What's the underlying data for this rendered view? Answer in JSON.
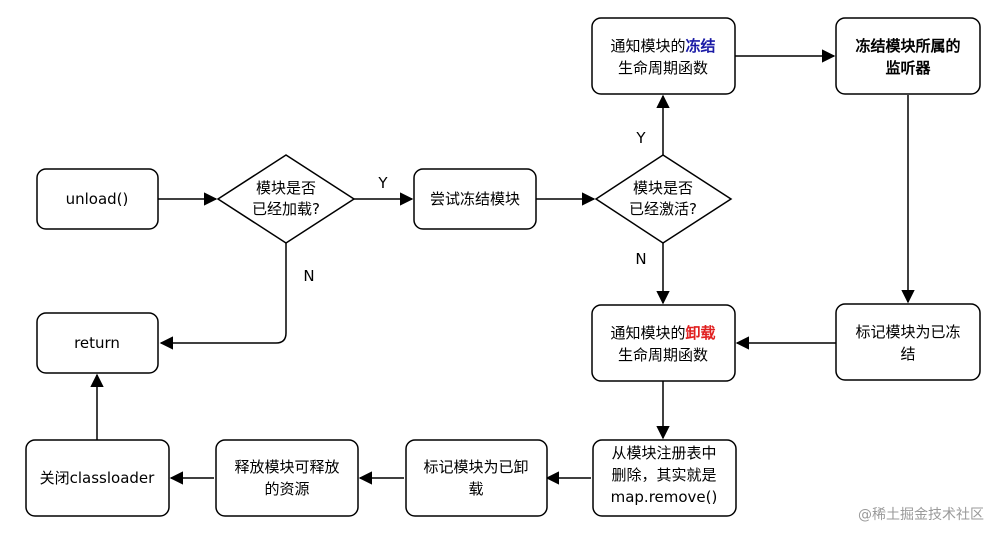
{
  "nodes": {
    "unload": "unload()",
    "loaded_q": {
      "line1": "模块是否",
      "line2": "已经加载?"
    },
    "try_freeze": "尝试冻结模块",
    "active_q": {
      "line1": "模块是否",
      "line2": "已经激活?"
    },
    "notify_freeze": {
      "prefix": "通知模块的",
      "highlight": "冻结",
      "line2": "生命周期函数"
    },
    "freeze_listener": {
      "line1": "冻结模块所属的",
      "line2": "监听器"
    },
    "mark_frozen": {
      "line1": "标记模块为已冻",
      "line2": "结"
    },
    "notify_unload": {
      "prefix": "通知模块的",
      "highlight": "卸载",
      "line2": "生命周期函数"
    },
    "return": "return",
    "remove_registry": {
      "line1": "从模块注册表中",
      "line2": "删除，其实就是",
      "line3": "map.remove()"
    },
    "mark_unloaded": {
      "line1": "标记模块为已卸",
      "line2": "载"
    },
    "release": {
      "line1": "释放模块可释放",
      "line2": "的资源"
    },
    "close_loader": "关闭classloader"
  },
  "edges": {
    "loaded_yes": "Y",
    "loaded_no": "N",
    "active_yes": "Y",
    "active_no": "N"
  },
  "colors": {
    "freeze_highlight": "#1a1aa6",
    "unload_highlight": "#e02020"
  },
  "watermark": "@稀土掘金技术社区"
}
